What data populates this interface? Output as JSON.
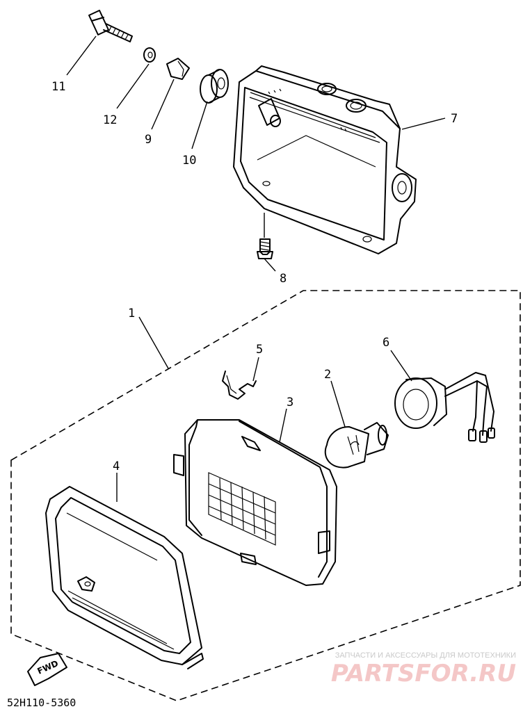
{
  "callouts": {
    "c1": "1",
    "c2": "2",
    "c3": "3",
    "c4": "4",
    "c5": "5",
    "c6": "6",
    "c7": "7",
    "c8": "8",
    "c9": "9",
    "c10": "10",
    "c11": "11",
    "c12": "12"
  },
  "fwd_label": "FWD",
  "diagram_code": "52H110-5360",
  "watermark": {
    "tagline": "ЗАПЧАСТИ И АКСЕССУАРЫ ДЛЯ МОТОТЕХНИКИ",
    "logo": "PARTSFOR.RU"
  }
}
